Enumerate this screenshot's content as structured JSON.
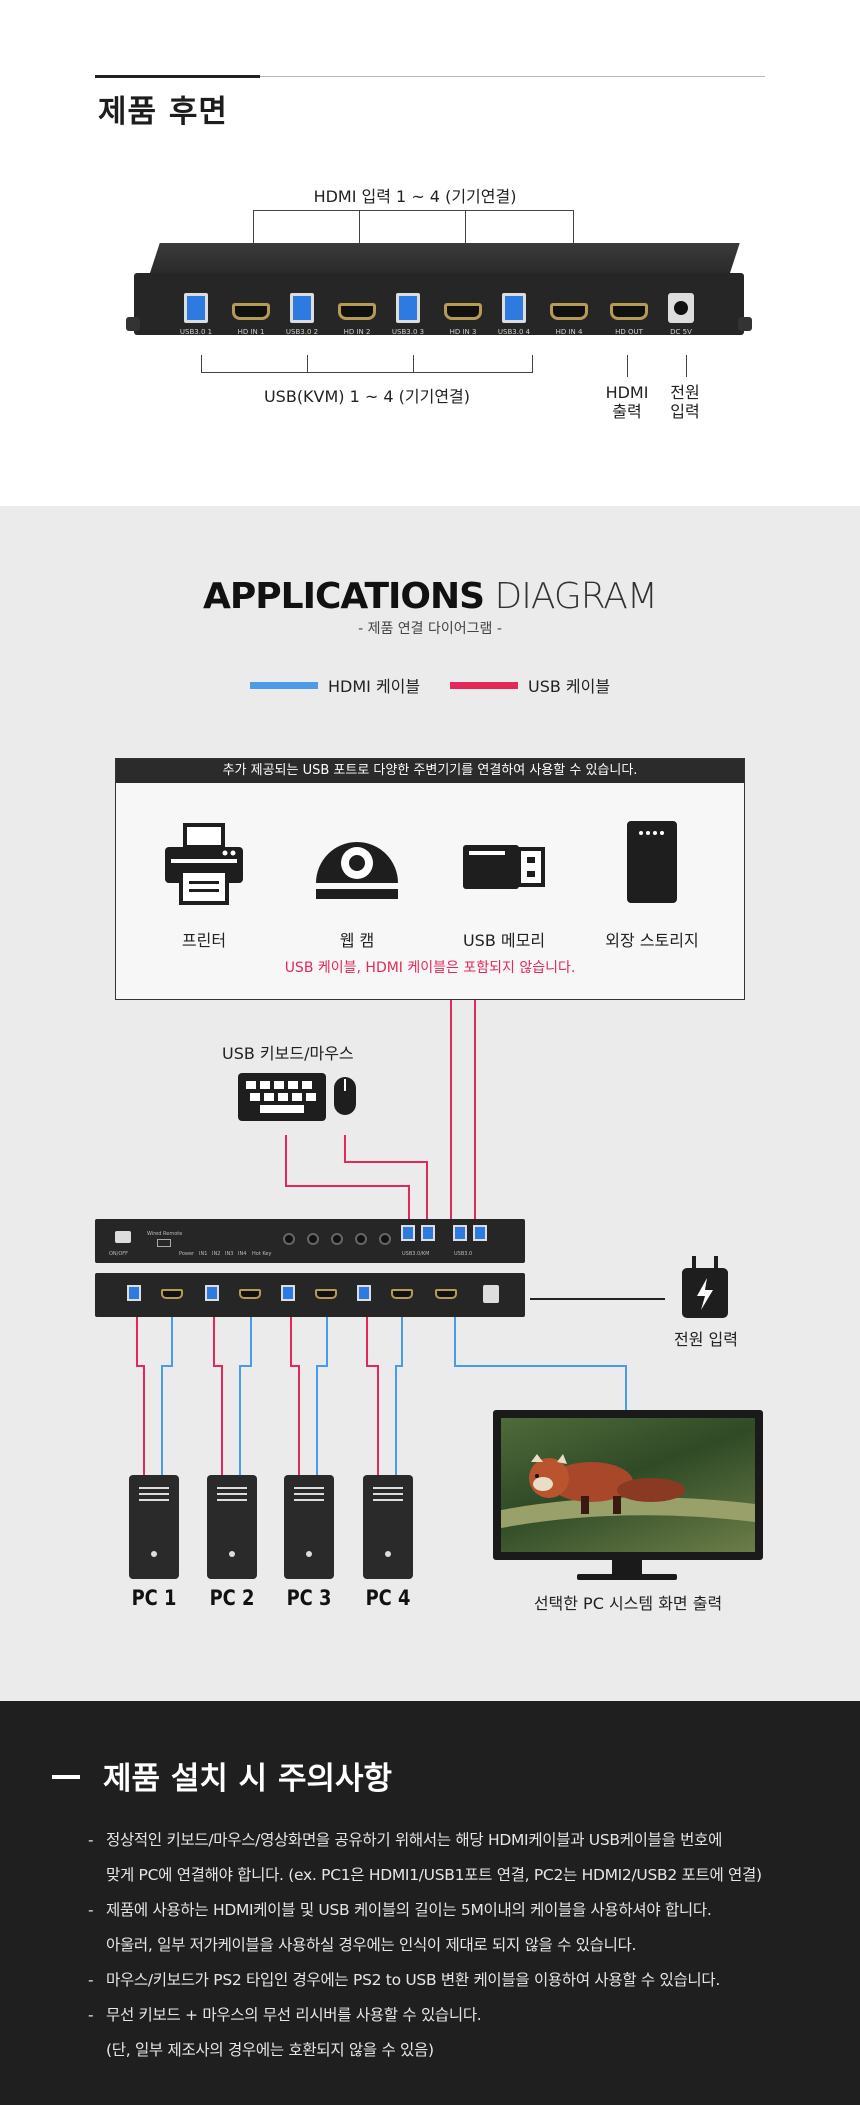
{
  "rear": {
    "title": "제품 후면",
    "hdmi_in_callout": "HDMI 입력 1 ~ 4 (기기연결)",
    "usb_callout": "USB(KVM) 1 ~ 4 (기기연결)",
    "hdmi_out_callout_1": "HDMI",
    "hdmi_out_callout_2": "출력",
    "power_callout_1": "전원",
    "power_callout_2": "입력",
    "ports": [
      "USB3.0 1",
      "HD IN 1",
      "USB3.0 2",
      "HD IN 2",
      "USB3.0 3",
      "HD IN 3",
      "USB3.0 4",
      "HD IN 4",
      "HD OUT",
      "DC 5V"
    ]
  },
  "diagram": {
    "title_bold": "APPLICATIONS",
    "title_light": " DIAGRAM",
    "subtitle": "- 제품 연결 다이어그램 -",
    "legend_hdmi": "HDMI 케이블",
    "legend_usb": "USB 케이블",
    "colors": {
      "hdmi": "#4a9be8",
      "usb": "#e3285a"
    },
    "peripheral_header": "추가 제공되는 USB 포트로 다양한 주변기기를 연결하여 사용할 수 있습니다.",
    "peripherals": [
      {
        "label": "프린터",
        "icon": "printer-icon"
      },
      {
        "label": "웹 캠",
        "icon": "webcam-icon"
      },
      {
        "label": "USB 메모리",
        "icon": "usb-memory-icon"
      },
      {
        "label": "외장 스토리지",
        "icon": "external-storage-icon"
      }
    ],
    "peripheral_note": "USB 케이블, HDMI 케이블은 포함되지 않습니다.",
    "keyboard_label": "USB 키보드/마우스",
    "front_labels": [
      "ON/OFF",
      "Wired Remote",
      "Power",
      "IN1",
      "IN2",
      "IN3",
      "IN4",
      "Hot Key",
      "USB3.0/KM",
      "USB3.0"
    ],
    "power_label": "전원 입력",
    "pcs": [
      "PC 1",
      "PC 2",
      "PC 3",
      "PC 4"
    ],
    "monitor_label": "선택한 PC 시스템 화면 출력"
  },
  "caution": {
    "title": "제품 설치 시 주의사항",
    "items": [
      "정상적인 키보드/마우스/영상화면을 공유하기 위해서는 해당 HDMI케이블과 USB케이블을 번호에",
      "맞게 PC에 연결해야 합니다. (ex. PC1은 HDMI1/USB1포트 연결, PC2는 HDMI2/USB2 포트에 연결)",
      "제품에 사용하는 HDMI케이블 및 USB 케이블의 길이는 5M이내의 케이블을 사용하셔야 합니다.",
      "아울러, 일부 저가케이블을 사용하실 경우에는 인식이 제대로 되지 않을 수 있습니다.",
      "마우스/키보드가 PS2 타입인 경우에는 PS2 to USB 변환 케이블을 이용하여 사용할 수 있습니다.",
      "무선 키보드 + 마우스의 무선 리시버를 사용할 수 있습니다.",
      "(단, 일부 제조사의 경우에는 호환되지 않을 수 있음)"
    ]
  }
}
